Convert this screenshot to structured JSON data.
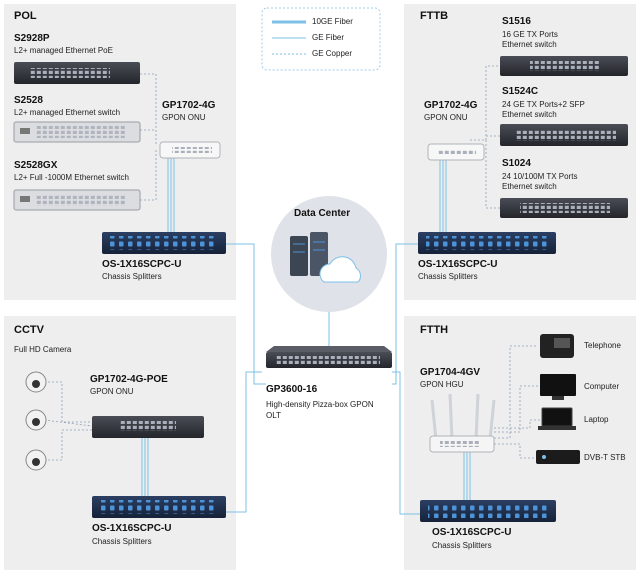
{
  "legend": {
    "items": [
      {
        "label": "10GE Fiber",
        "style": "thick",
        "color": "#7cc0e6"
      },
      {
        "label": "GE Fiber",
        "style": "thin",
        "color": "#7cc0e6"
      },
      {
        "label": "GE Copper",
        "style": "dotted",
        "color": "#7cc0e6"
      }
    ]
  },
  "pol": {
    "title": "POL",
    "s2928p": {
      "model": "S2928P",
      "desc": "L2+ managed Ethernet PoE"
    },
    "s2528": {
      "model": "S2528",
      "desc": "L2+ managed Ethernet switch"
    },
    "s2528gx": {
      "model": "S2528GX",
      "desc": "L2+ Full -1000M Ethernet switch"
    },
    "onu": {
      "model": "GP1702-4G",
      "desc": "GPON ONU"
    },
    "splitter": {
      "model": "OS-1X16SCPC-U",
      "desc": "Chassis  Splitters"
    }
  },
  "fttb": {
    "title": "FTTB",
    "s1516": {
      "model": "S1516",
      "desc1": "16 GE TX Ports",
      "desc2": "Ethernet switch"
    },
    "s1524c": {
      "model": "S1524C",
      "desc1": "24 GE TX Ports+2 SFP",
      "desc2": "Ethernet switch"
    },
    "s1024": {
      "model": "S1024",
      "desc1": "24 10/100M TX Ports",
      "desc2": "Ethernet switch"
    },
    "onu": {
      "model": "GP1702-4G",
      "desc": "GPON ONU"
    },
    "splitter": {
      "model": "OS-1X16SCPC-U",
      "desc": "Chassis  Splitters"
    }
  },
  "cctv": {
    "title": "CCTV",
    "camera": "Full HD Camera",
    "onu": {
      "model": "GP1702-4G-POE",
      "desc": "GPON ONU"
    },
    "splitter": {
      "model": "OS-1X16SCPC-U",
      "desc": "Chassis  Splitters"
    }
  },
  "ftth": {
    "title": "FTTH",
    "hgu": {
      "model": "GP1704-4GV",
      "desc": "GPON HGU"
    },
    "devices": {
      "telephone": "Telephone",
      "computer": "Computer",
      "laptop": "Laptop",
      "stb": "DVB-T STB"
    },
    "splitter": {
      "model": "OS-1X16SCPC-U",
      "desc": "Chassis  Splitters"
    }
  },
  "center": {
    "datacenter": "Data Center",
    "olt": {
      "model": "GP3600-16",
      "desc1": "High-density Pizza-box GPON",
      "desc2": "OLT"
    }
  },
  "colors": {
    "panel": "#eeeeee",
    "fiber": "#7cc0e6",
    "device": "#2b2d33",
    "splitter": "#1d2d4a"
  }
}
